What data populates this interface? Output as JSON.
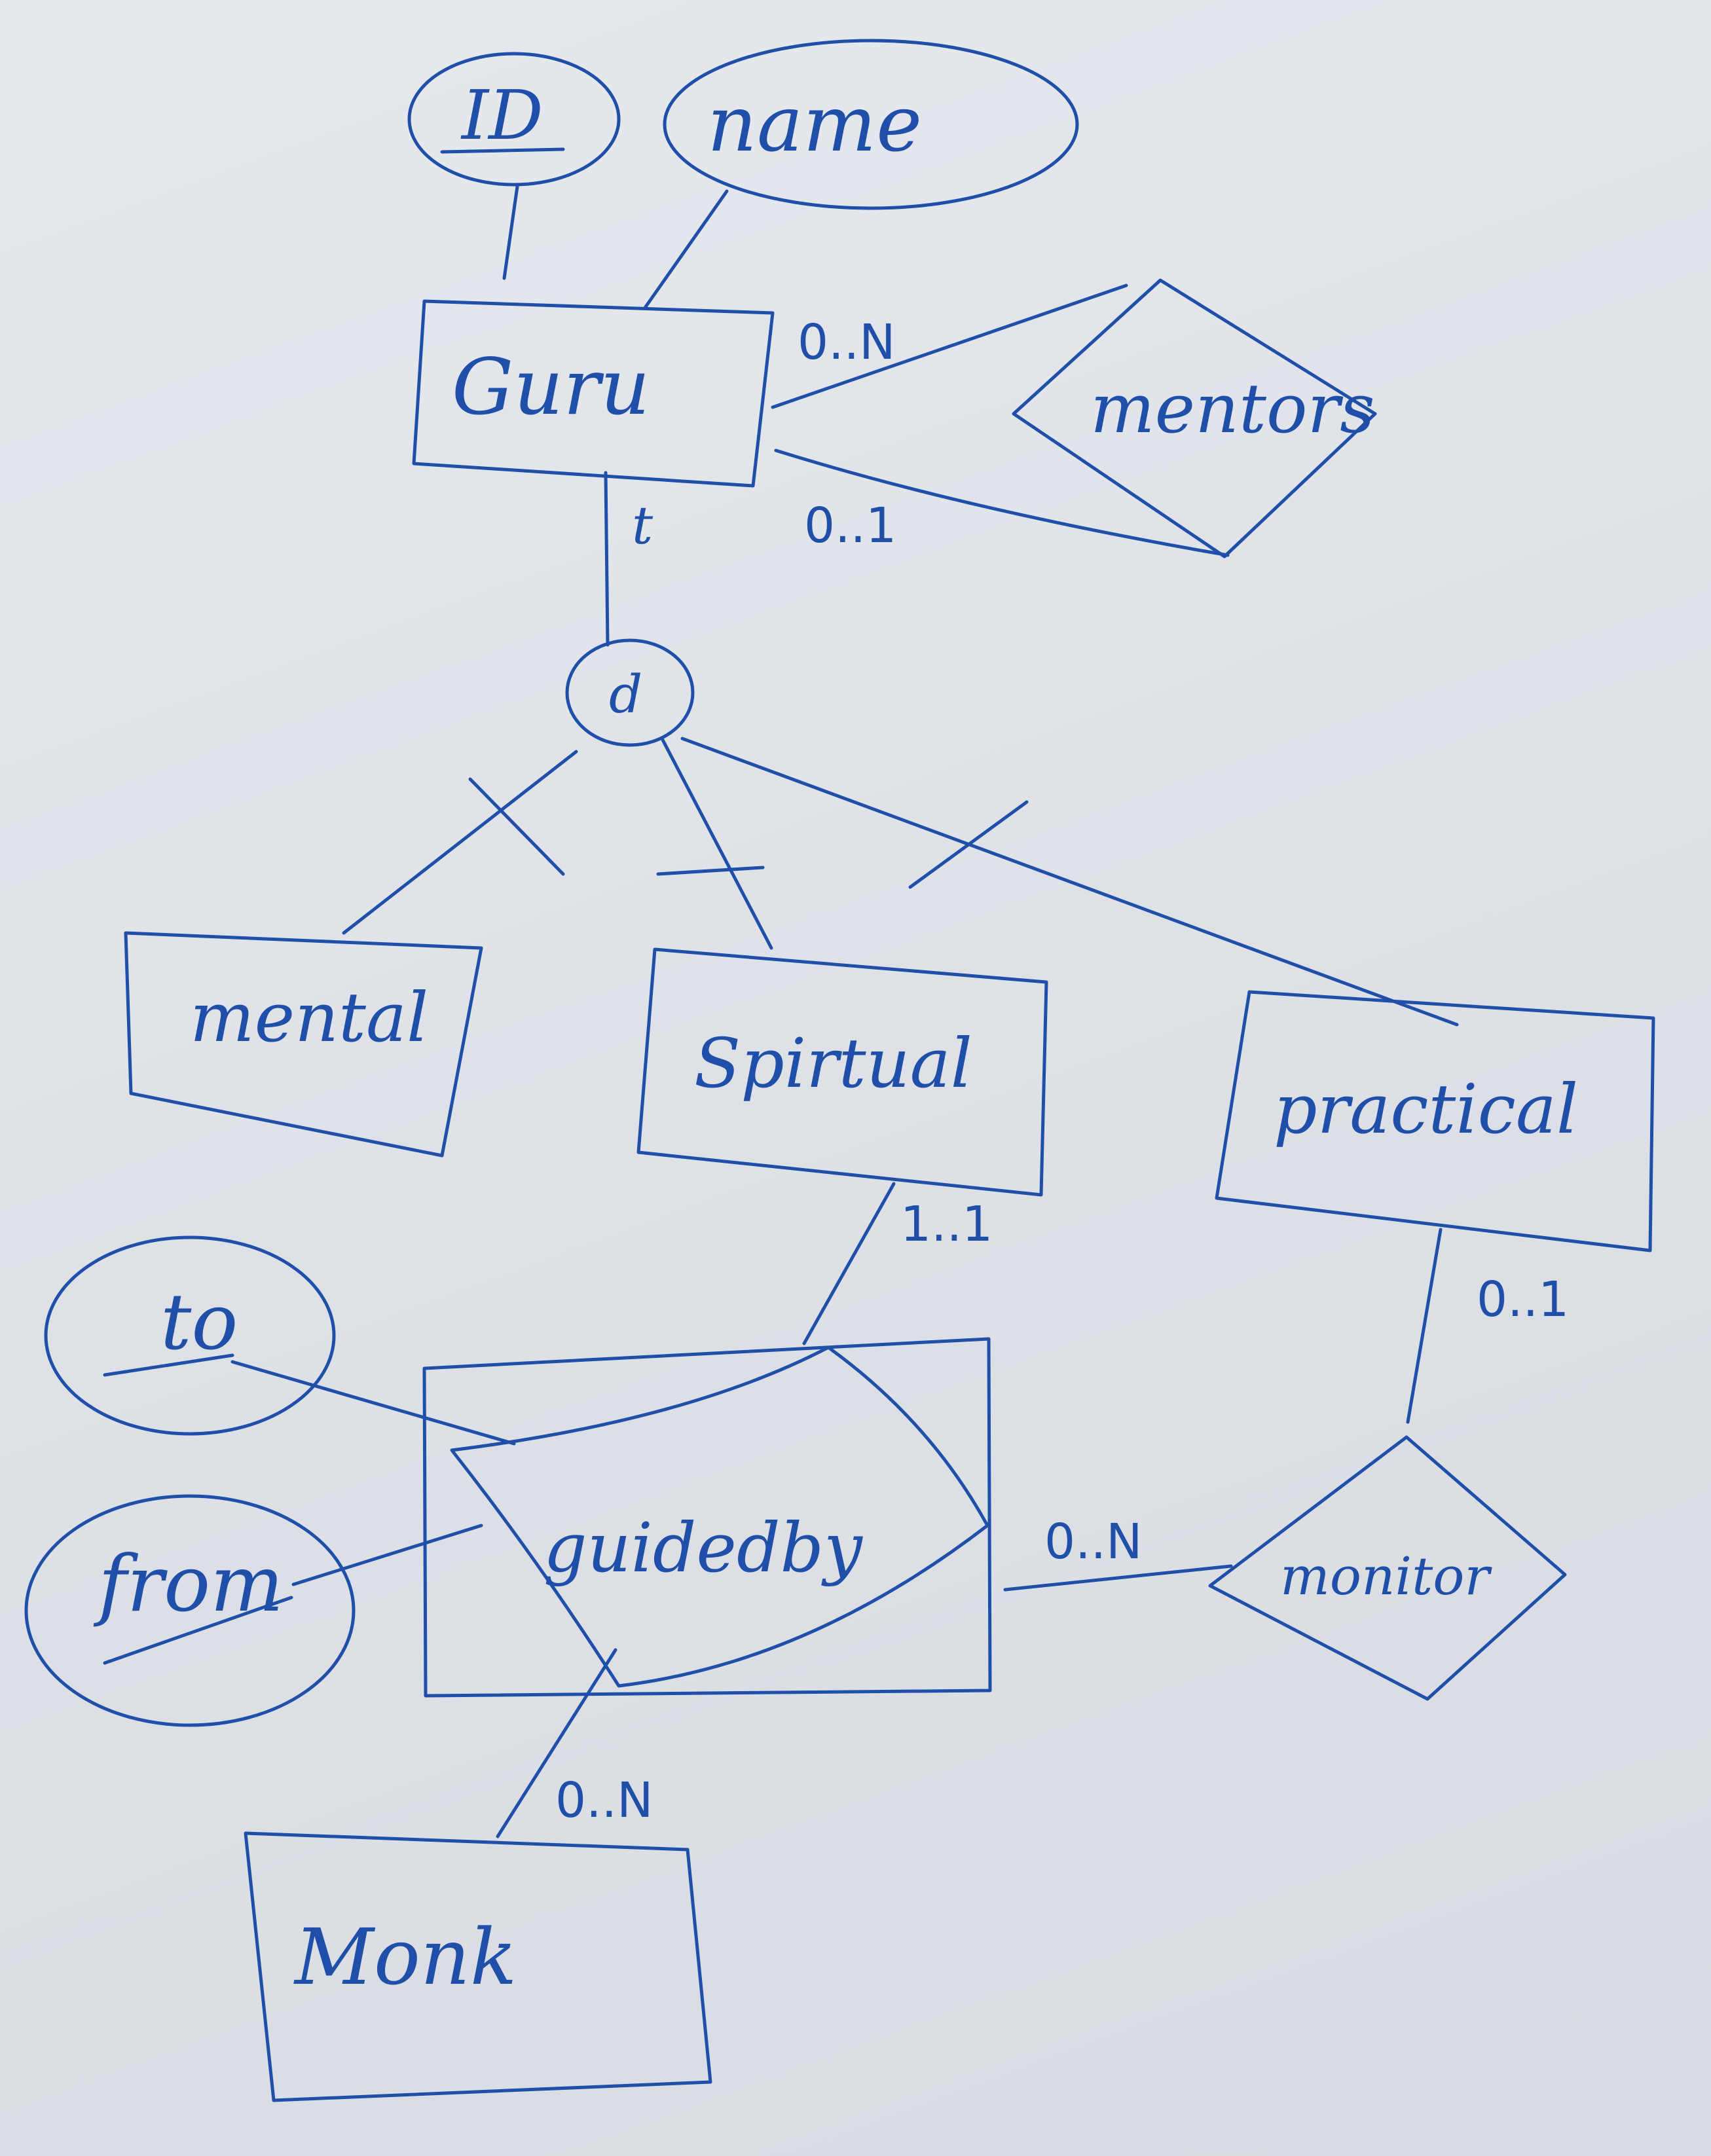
{
  "colors": {
    "ink": "#1f4fa8",
    "paper": "#dfe3e8"
  },
  "entities": {
    "guru": "Guru",
    "mental": "mental",
    "spiritual": "Spirtual",
    "practical": "practical",
    "monk": "Monk",
    "guidedby": "guidedby"
  },
  "attributes": {
    "id": "ID",
    "name": "name",
    "to": "to",
    "from": "from"
  },
  "relationships": {
    "mentors": "mentors",
    "monitor": "monitor"
  },
  "specialization": {
    "symbol": "d",
    "constraint": "t"
  },
  "cardinalities": {
    "guru_mentors_top": "0..N",
    "guru_mentors_bottom": "0..1",
    "spiritual_guidedby": "1..1",
    "practical_monitor": "0..1",
    "guidedby_monitor": "0..N",
    "guidedby_monk": "0..N"
  }
}
